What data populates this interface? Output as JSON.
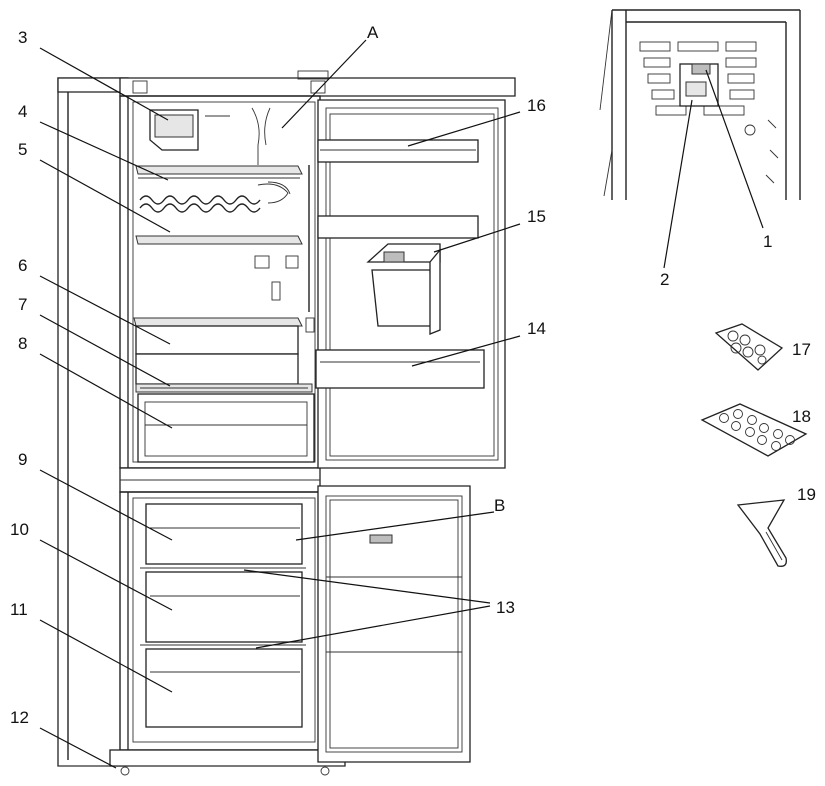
{
  "title": "",
  "callouts": {
    "c1": "1",
    "c2": "2",
    "c3": "3",
    "c4": "4",
    "c5": "5",
    "c6": "6",
    "c7": "7",
    "c8": "8",
    "c9": "9",
    "c10": "10",
    "c11": "11",
    "c12": "12",
    "c13": "13",
    "c14": "14",
    "c15": "15",
    "c16": "16",
    "c17": "17",
    "c18": "18",
    "c19": "19",
    "cA": "A",
    "cB": "B"
  }
}
